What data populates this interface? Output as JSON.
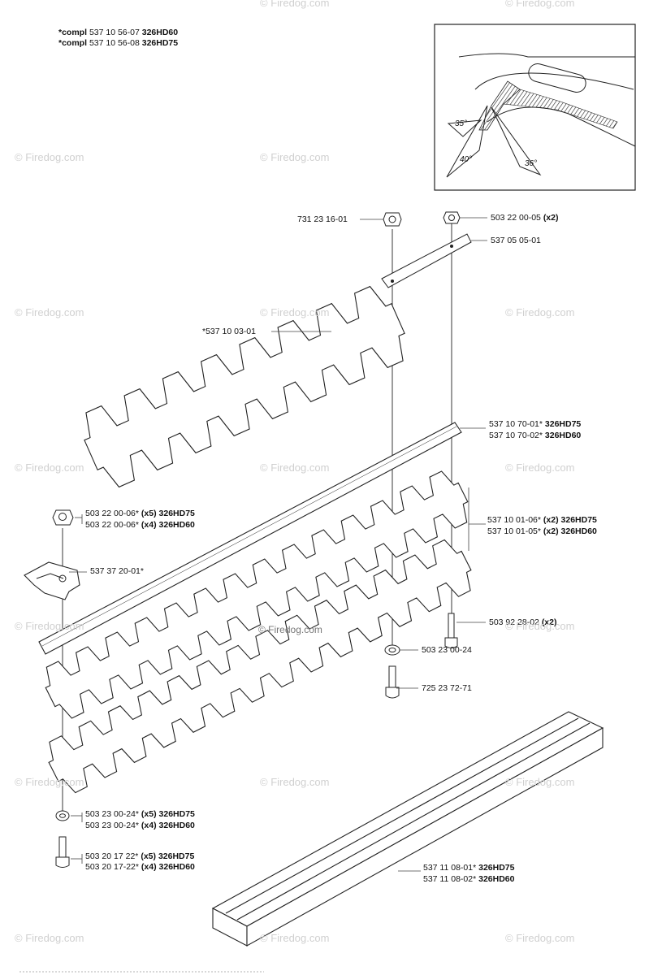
{
  "header": {
    "lines": [
      {
        "prefix": "*compl",
        "part": "537 10 56-07",
        "model": "326HD60"
      },
      {
        "prefix": "*compl",
        "part": "537 10 56-08",
        "model": "326HD75"
      }
    ]
  },
  "inset": {
    "angles": [
      "35°",
      "40°",
      "36°"
    ]
  },
  "watermark": "© Firedog.com",
  "watermark_center": "© Firedog.com",
  "labels": {
    "nut_top": {
      "part": "731 23 16-01",
      "qty": "",
      "model": ""
    },
    "nut_top_right": {
      "part": "503 22 00-05",
      "qty": "(x2)",
      "model": ""
    },
    "bar_top": {
      "part": "537 05 05-01",
      "qty": "",
      "model": ""
    },
    "blade_main": {
      "part": "*537 10 03-01",
      "qty": "",
      "model": ""
    },
    "bar_long_1": {
      "part": "537 10 70-01*",
      "qty": "",
      "model": "326HD75"
    },
    "bar_long_2": {
      "part": "537 10 70-02*",
      "qty": "",
      "model": "326HD60"
    },
    "nut_left_1": {
      "part": "503 22 00-06*",
      "qty": "(x5)",
      "model": "326HD75"
    },
    "nut_left_2": {
      "part": "503 22 00-06*",
      "qty": "(x4)",
      "model": "326HD60"
    },
    "blades_1": {
      "part": "537 10 01-06*",
      "qty": "(x2)",
      "model": "326HD75"
    },
    "blades_2": {
      "part": "537 10 01-05*",
      "qty": "(x2)",
      "model": "326HD60"
    },
    "bracket": {
      "part": "537 37 20-01*",
      "qty": "",
      "model": ""
    },
    "screw_right": {
      "part": "503 92 28-02",
      "qty": "(x2)",
      "model": ""
    },
    "washer_mid": {
      "part": "503 23 00-24",
      "qty": "",
      "model": ""
    },
    "screw_mid": {
      "part": "725 23 72-71",
      "qty": "",
      "model": ""
    },
    "washer_left_1": {
      "part": "503 23 00-24*",
      "qty": "(x5)",
      "model": "326HD75"
    },
    "washer_left_2": {
      "part": "503 23 00-24*",
      "qty": "(x4)",
      "model": "326HD60"
    },
    "screw_left_1": {
      "part": "503 20 17 22*",
      "qty": "(x5)",
      "model": "326HD75"
    },
    "screw_left_2": {
      "part": "503 20 17-22*",
      "qty": "(x4)",
      "model": "326HD60"
    },
    "guard_1": {
      "part": "537 11 08-01*",
      "qty": "",
      "model": "326HD75"
    },
    "guard_2": {
      "part": "537 11 08-02*",
      "qty": "",
      "model": "326HD60"
    }
  }
}
